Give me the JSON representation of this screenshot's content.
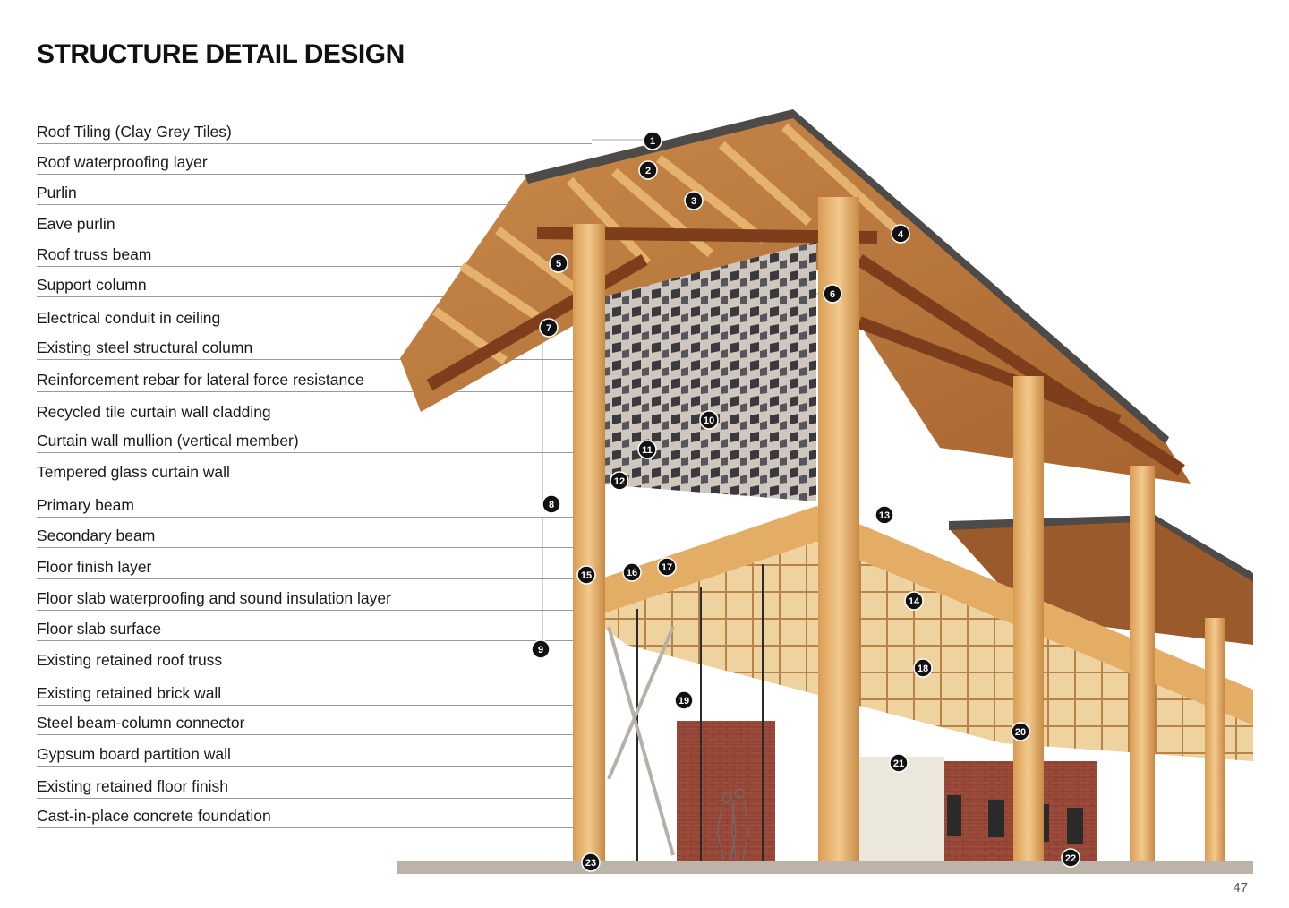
{
  "title": "STRUCTURE DETAIL DESIGN",
  "page_number": "47",
  "legend": [
    "Roof Tiling (Clay Grey Tiles)",
    "Roof waterproofing layer",
    "Purlin",
    "Eave purlin",
    "Roof truss beam",
    "Support column",
    "Electrical conduit in ceiling",
    "Existing steel structural column",
    "Reinforcement rebar for lateral force resistance",
    "Recycled tile curtain wall cladding",
    "Curtain wall mullion (vertical member)",
    "Tempered glass curtain wall",
    "Primary beam",
    "Secondary beam",
    "Floor finish layer",
    "Floor slab waterproofing and sound insulation layer",
    "Floor slab surface",
    "Existing retained roof truss",
    "Existing retained brick wall",
    "Steel beam-column connector",
    "Gypsum board partition wall",
    "Existing retained floor finish",
    "Cast-in-place concrete foundation"
  ],
  "callouts": [
    "1",
    "2",
    "3",
    "4",
    "5",
    "6",
    "7",
    "8",
    "9",
    "10",
    "11",
    "12",
    "13",
    "14",
    "15",
    "16",
    "17",
    "18",
    "19",
    "20",
    "21",
    "22",
    "23"
  ],
  "colors": {
    "timber_light": "#e7b772",
    "timber_dark": "#8a4a22",
    "roof_tile": "#4d4a48",
    "brick": "#9c4a3a",
    "cladding": "#3a3a3e",
    "ground": "#bcb4a8"
  }
}
